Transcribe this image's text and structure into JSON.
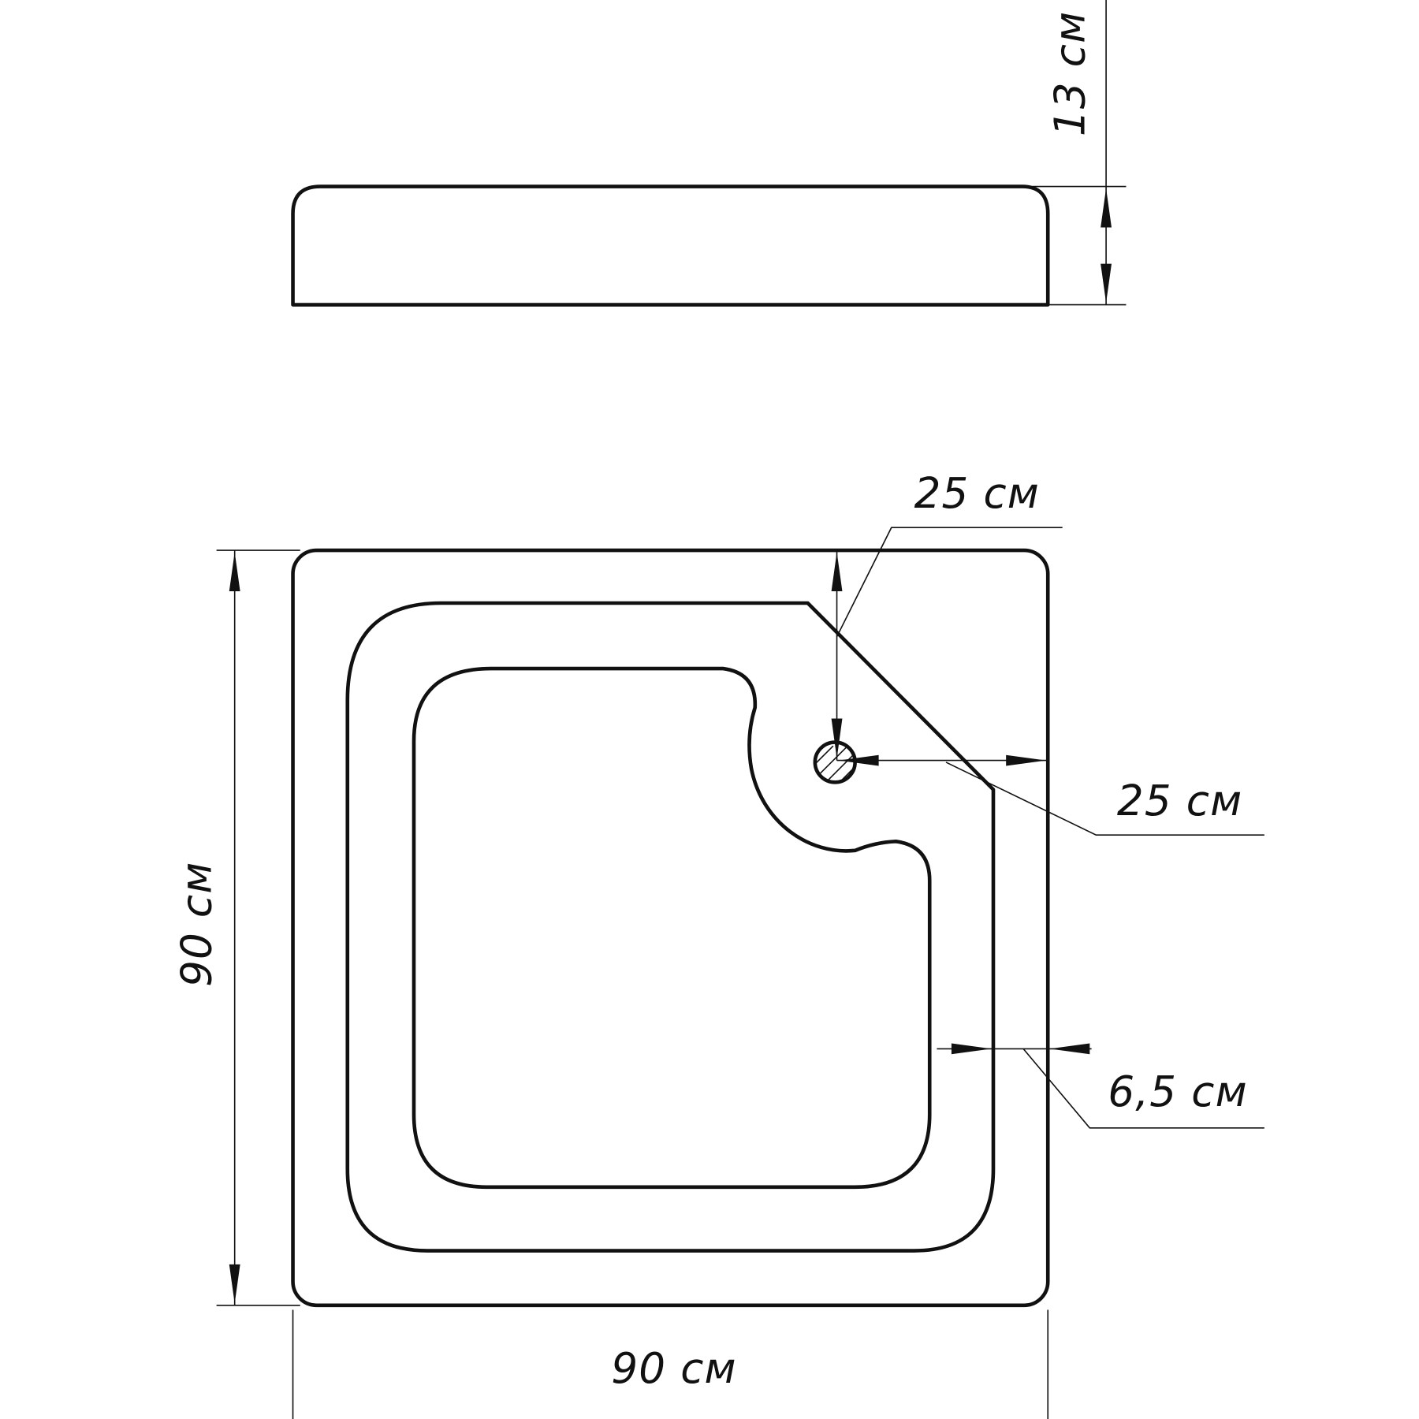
{
  "dimensions": {
    "height": "13 см",
    "drain_from_top": "25 см",
    "drain_from_side": "25 см",
    "rim_width": "6,5 см",
    "depth": "90 см",
    "width": "90 см"
  },
  "colors": {
    "line": "#111111",
    "background": "#ffffff"
  }
}
